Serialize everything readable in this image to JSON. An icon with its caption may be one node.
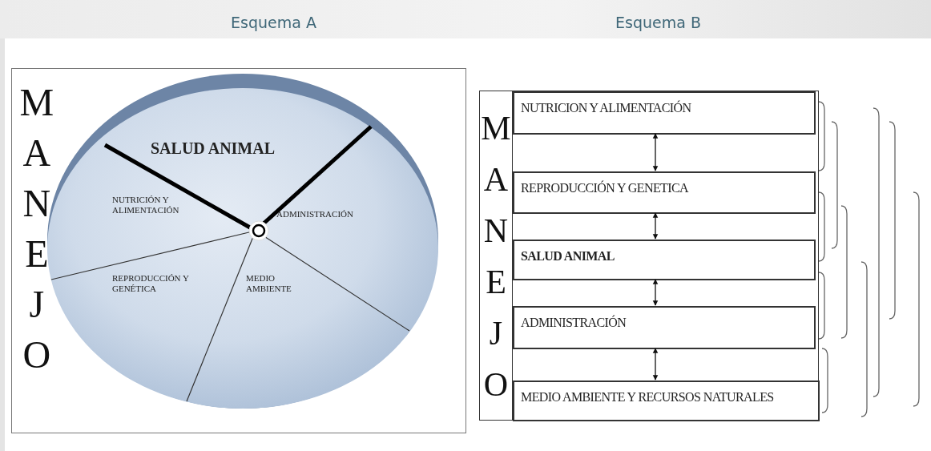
{
  "diagram": {
    "nodes": [
      {
        "text": [
          "MANEJO"
        ]
      },
      {
        "text": [
          "SALUD ANIMAL",
          "NUTRICIÓN Y ALIMENTACIÓN",
          "ADMINISTRACIÓN",
          "REPRODUCCIÓN Y GENÉTICA",
          "MEDIO AMBIENTE"
        ],
        "in": 0
      },
      {
        "text": [
          "MANEJO"
        ]
      },
      {
        "text": [
          "NUTRICION Y ALIMENTACIÓN"
        ],
        "in": 2
      },
      {
        "text": [
          "REPRODUCCIÓN Y GENETICA"
        ],
        "in": 2
      },
      {
        "text": [
          "SALUD ANIMAL"
        ],
        "in": 2
      },
      {
        "text": [
          "ADMINISTRACIÓN"
        ],
        "in": 2
      },
      {
        "text": [
          "MEDIO AMBIENTE Y RECURSOS NATURALES"
        ],
        "in": 2
      }
    ],
    "edges": [
      {
        "from": 3,
        "to": 4,
        "arrow": "both"
      },
      {
        "from": 4,
        "to": 5,
        "arrow": "both"
      },
      {
        "from": 5,
        "to": 6,
        "arrow": "both"
      },
      {
        "from": 6,
        "to": 7,
        "arrow": "both"
      }
    ],
    "labels": [
      "Esquema A",
      "Esquema B"
    ]
  }
}
